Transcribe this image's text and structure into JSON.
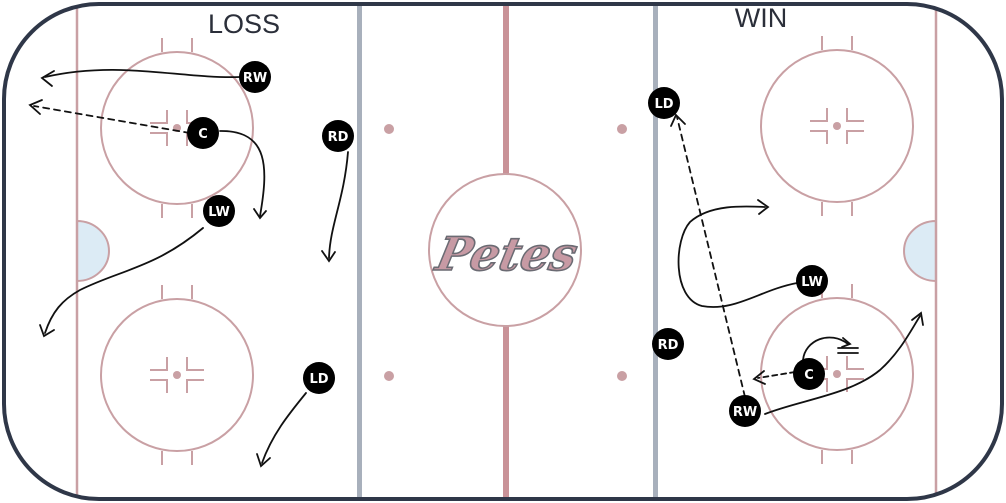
{
  "colors": {
    "board": "#2f3748",
    "red": "#c9a0a4",
    "center_red": "#c99298",
    "blue": "#a8b0bc",
    "crease": "#dcebf5",
    "player": "#000000",
    "path": "#111111",
    "logo_fill": "#c79aa4"
  },
  "sides": {
    "loss_label": "LOSS",
    "win_label": "WIN"
  },
  "logo_text": "Petes",
  "players": {
    "loss_rw": "RW",
    "loss_c": "C",
    "loss_lw": "LW",
    "loss_rd": "RD",
    "loss_ld": "LD",
    "win_ld": "LD",
    "win_lw": "LW",
    "win_rd": "RD",
    "win_c": "C",
    "win_rw": "RW"
  }
}
